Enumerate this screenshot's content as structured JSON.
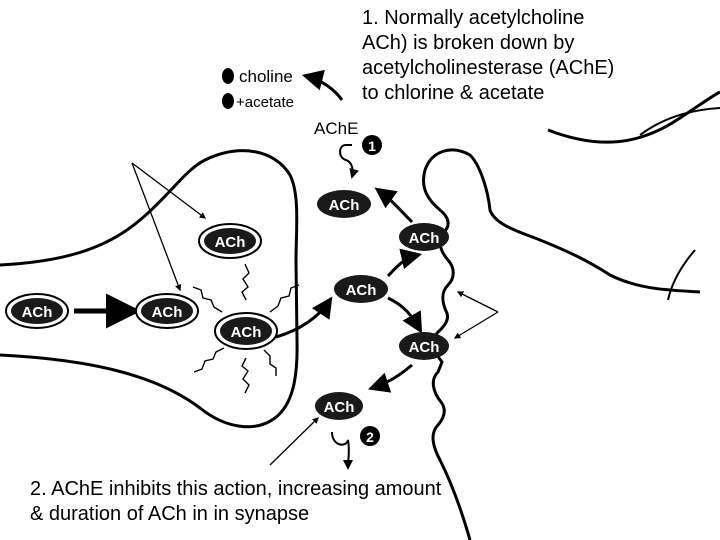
{
  "annotations": {
    "step1": "1.  Normally acetylcholine\nACh) is broken down by\nacetylcholinesterase (AChE)\nto chlorine & acetate",
    "step2": "2.  AChE inhibits this action, increasing amount\n& duration of ACh in in synapse"
  },
  "labels": {
    "choline": "choline",
    "acetate": "+acetate",
    "enzyme": "AChE",
    "step_marker_1": "1",
    "step_marker_2": "2",
    "vesicle": "ACh"
  },
  "colors": {
    "ink": "#000000",
    "vesicle_fill": "#1a1a1a",
    "vesicle_text": "#ffffff",
    "background": "#ffffff"
  }
}
